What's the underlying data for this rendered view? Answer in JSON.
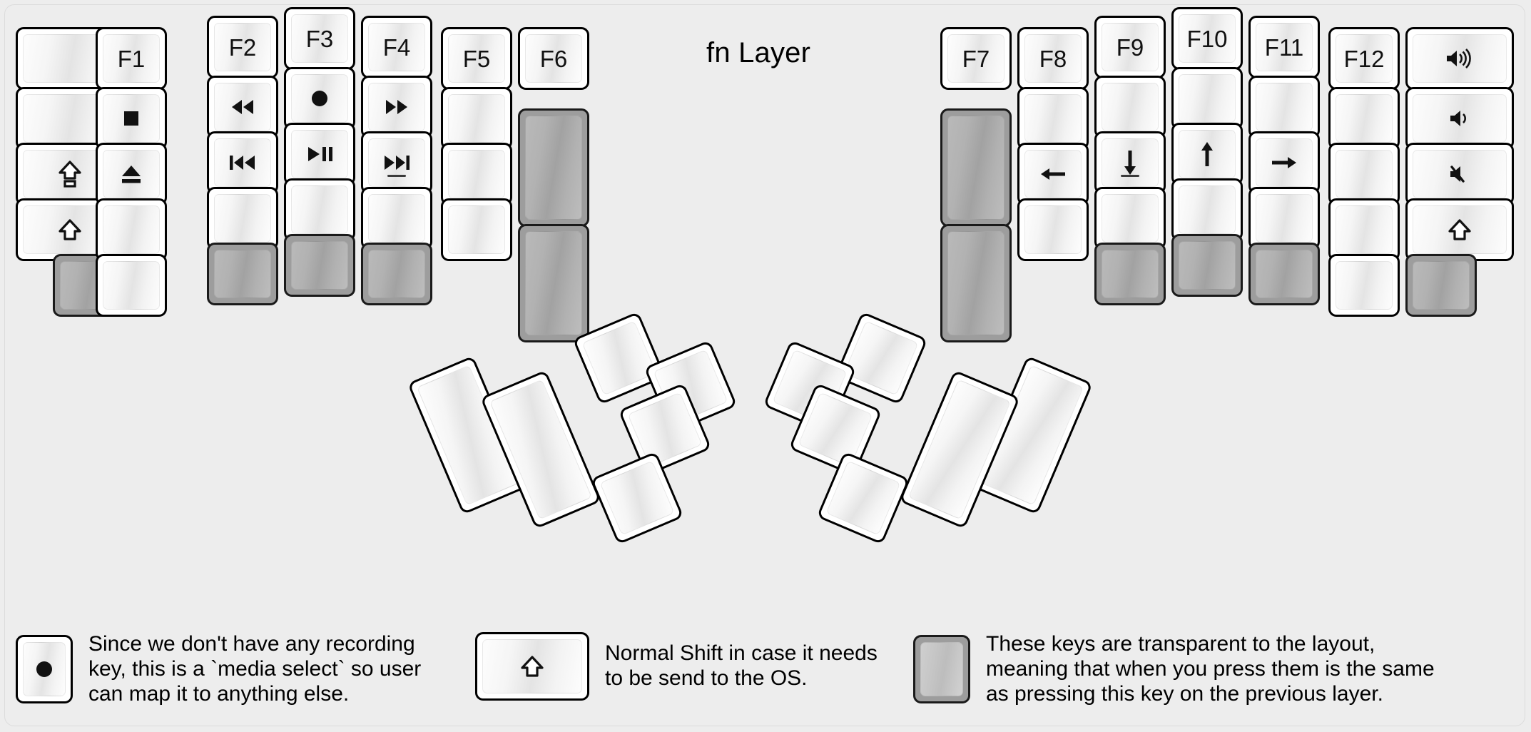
{
  "title": "fn Layer",
  "colors": {
    "background": "#ededed",
    "key_fill": "#ffffff",
    "key_border": "#000000",
    "transparent_key_fill": "#9d9d9d",
    "text": "#000000"
  },
  "left_half": {
    "columns": [
      {
        "name": "col-1",
        "keys": [
          {
            "label": "",
            "icon": "",
            "state": "normal"
          },
          {
            "label": "",
            "icon": "",
            "state": "normal"
          },
          {
            "label": "",
            "icon": "caps-lock-icon",
            "state": "normal"
          },
          {
            "label": "",
            "icon": "shift-icon",
            "state": "normal"
          },
          {
            "label": "",
            "icon": "",
            "state": "transparent"
          }
        ]
      },
      {
        "name": "col-2",
        "keys": [
          {
            "label": "F1",
            "icon": "",
            "state": "normal"
          },
          {
            "label": "",
            "icon": "media-stop-icon",
            "state": "normal"
          },
          {
            "label": "",
            "icon": "media-eject-icon",
            "state": "normal"
          },
          {
            "label": "",
            "icon": "",
            "state": "normal"
          },
          {
            "label": "",
            "icon": "",
            "state": "normal"
          }
        ]
      },
      {
        "name": "col-3",
        "keys": [
          {
            "label": "F2",
            "icon": "",
            "state": "normal"
          },
          {
            "label": "",
            "icon": "media-rewind-icon",
            "state": "normal"
          },
          {
            "label": "",
            "icon": "media-previous-icon",
            "state": "normal"
          },
          {
            "label": "",
            "icon": "",
            "state": "normal"
          },
          {
            "label": "",
            "icon": "",
            "state": "transparent"
          }
        ]
      },
      {
        "name": "col-4",
        "keys": [
          {
            "label": "F3",
            "icon": "",
            "state": "normal"
          },
          {
            "label": "",
            "icon": "media-record-icon",
            "state": "normal"
          },
          {
            "label": "",
            "icon": "media-play-pause-icon",
            "state": "normal"
          },
          {
            "label": "",
            "icon": "",
            "state": "normal"
          },
          {
            "label": "",
            "icon": "",
            "state": "transparent"
          }
        ]
      },
      {
        "name": "col-5",
        "keys": [
          {
            "label": "F4",
            "icon": "",
            "state": "normal"
          },
          {
            "label": "",
            "icon": "media-fast-forward-icon",
            "state": "normal"
          },
          {
            "label": "",
            "icon": "media-next-icon",
            "state": "normal",
            "homing": true
          },
          {
            "label": "",
            "icon": "",
            "state": "normal"
          },
          {
            "label": "",
            "icon": "",
            "state": "transparent"
          }
        ]
      },
      {
        "name": "col-6",
        "keys": [
          {
            "label": "F5",
            "icon": "",
            "state": "normal"
          },
          {
            "label": "",
            "icon": "",
            "state": "normal"
          },
          {
            "label": "",
            "icon": "",
            "state": "normal"
          },
          {
            "label": "",
            "icon": "",
            "state": "normal"
          }
        ]
      },
      {
        "name": "col-7",
        "keys": [
          {
            "label": "F6",
            "icon": "",
            "state": "normal"
          },
          {
            "label": "",
            "icon": "",
            "state": "transparent"
          },
          {
            "label": "",
            "icon": "",
            "state": "transparent"
          }
        ]
      }
    ]
  },
  "right_half": {
    "columns": [
      {
        "name": "col-1",
        "keys": [
          {
            "label": "F7",
            "icon": "",
            "state": "normal"
          },
          {
            "label": "",
            "icon": "",
            "state": "transparent"
          },
          {
            "label": "",
            "icon": "",
            "state": "transparent"
          }
        ]
      },
      {
        "name": "col-2",
        "keys": [
          {
            "label": "F8",
            "icon": "",
            "state": "normal"
          },
          {
            "label": "",
            "icon": "",
            "state": "normal"
          },
          {
            "label": "",
            "icon": "arrow-left-icon",
            "state": "normal"
          },
          {
            "label": "",
            "icon": "",
            "state": "normal"
          }
        ]
      },
      {
        "name": "col-3",
        "keys": [
          {
            "label": "F9",
            "icon": "",
            "state": "normal"
          },
          {
            "label": "",
            "icon": "",
            "state": "normal"
          },
          {
            "label": "",
            "icon": "arrow-down-icon",
            "state": "normal",
            "homing": true
          },
          {
            "label": "",
            "icon": "",
            "state": "normal"
          },
          {
            "label": "",
            "icon": "",
            "state": "transparent"
          }
        ]
      },
      {
        "name": "col-4",
        "keys": [
          {
            "label": "F10",
            "icon": "",
            "state": "normal"
          },
          {
            "label": "",
            "icon": "",
            "state": "normal"
          },
          {
            "label": "",
            "icon": "arrow-up-icon",
            "state": "normal"
          },
          {
            "label": "",
            "icon": "",
            "state": "normal"
          },
          {
            "label": "",
            "icon": "",
            "state": "transparent"
          }
        ]
      },
      {
        "name": "col-5",
        "keys": [
          {
            "label": "F11",
            "icon": "",
            "state": "normal"
          },
          {
            "label": "",
            "icon": "",
            "state": "normal"
          },
          {
            "label": "",
            "icon": "arrow-right-icon",
            "state": "normal"
          },
          {
            "label": "",
            "icon": "",
            "state": "normal"
          },
          {
            "label": "",
            "icon": "",
            "state": "transparent"
          }
        ]
      },
      {
        "name": "col-6",
        "keys": [
          {
            "label": "F12",
            "icon": "",
            "state": "normal"
          },
          {
            "label": "",
            "icon": "",
            "state": "normal"
          },
          {
            "label": "",
            "icon": "",
            "state": "normal"
          },
          {
            "label": "",
            "icon": "",
            "state": "normal"
          }
        ]
      },
      {
        "name": "col-7",
        "keys": [
          {
            "label": "",
            "icon": "volume-up-icon",
            "state": "normal"
          },
          {
            "label": "",
            "icon": "volume-down-icon",
            "state": "normal"
          },
          {
            "label": "",
            "icon": "volume-mute-icon",
            "state": "normal"
          },
          {
            "label": "",
            "icon": "shift-icon",
            "state": "normal"
          },
          {
            "label": "",
            "icon": "",
            "state": "transparent"
          }
        ]
      }
    ]
  },
  "left_thumb_cluster": {
    "keys": [
      {
        "label": "",
        "size": "2u",
        "state": "normal"
      },
      {
        "label": "",
        "size": "2u",
        "state": "normal"
      },
      {
        "label": "",
        "size": "1u",
        "state": "normal"
      },
      {
        "label": "",
        "size": "1u",
        "state": "normal"
      },
      {
        "label": "",
        "size": "1u",
        "state": "normal"
      },
      {
        "label": "",
        "size": "1u",
        "state": "normal"
      }
    ]
  },
  "right_thumb_cluster": {
    "keys": [
      {
        "label": "",
        "size": "2u",
        "state": "normal"
      },
      {
        "label": "",
        "size": "2u",
        "state": "normal"
      },
      {
        "label": "",
        "size": "1u",
        "state": "normal"
      },
      {
        "label": "",
        "size": "1u",
        "state": "normal"
      },
      {
        "label": "",
        "size": "1u",
        "state": "normal"
      },
      {
        "label": "",
        "size": "1u",
        "state": "normal"
      }
    ]
  },
  "legend": [
    {
      "key_icon": "media-record-icon",
      "key_state": "normal",
      "text": "Since we don't have any recording\nkey, this is a `media select` so user\ncan map it to anything else."
    },
    {
      "key_icon": "shift-icon",
      "key_state": "normal",
      "text": "Normal Shift in case it needs\nto be send to the OS."
    },
    {
      "key_icon": "",
      "key_state": "transparent",
      "text": "These keys are transparent to the layout,\nmeaning that when you press them is the same\nas pressing this key on the previous layer."
    }
  ]
}
